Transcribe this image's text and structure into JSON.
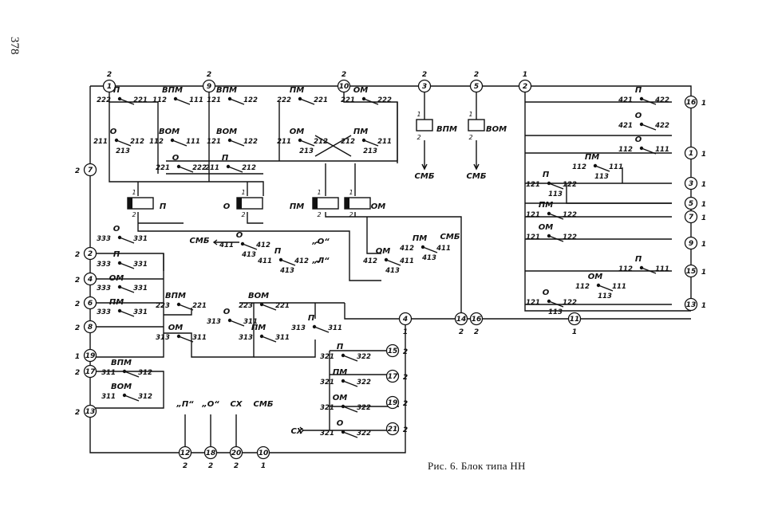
{
  "page_number": "378",
  "caption": "Рис. 6. Блок типа НН",
  "terminals_top": [
    {
      "n": "1",
      "pin": "2"
    },
    {
      "n": "9",
      "pin": "2"
    },
    {
      "n": "10",
      "pin": "2"
    },
    {
      "n": "3",
      "pin": "2"
    },
    {
      "n": "5",
      "pin": "2"
    },
    {
      "n": "2",
      "pin": "1"
    }
  ],
  "terminals_left": [
    {
      "n": "7",
      "pin": "2"
    },
    {
      "n": "2",
      "pin": "2"
    },
    {
      "n": "4",
      "pin": "2"
    },
    {
      "n": "6",
      "pin": "2"
    },
    {
      "n": "8",
      "pin": "2"
    },
    {
      "n": "19",
      "pin": "1"
    },
    {
      "n": "17",
      "pin": "2"
    },
    {
      "n": "13",
      "pin": "2"
    }
  ],
  "terminals_right": [
    {
      "n": "16",
      "pin": "1"
    },
    {
      "n": "1",
      "pin": "1"
    },
    {
      "n": "3",
      "pin": "1"
    },
    {
      "n": "5",
      "pin": "1"
    },
    {
      "n": "7",
      "pin": "1"
    },
    {
      "n": "9",
      "pin": "1"
    },
    {
      "n": "15",
      "pin": "1"
    },
    {
      "n": "13",
      "pin": "1"
    }
  ],
  "terminals_middle": [
    {
      "n": "4",
      "pin": "1"
    },
    {
      "n": "14",
      "pin": "2"
    },
    {
      "n": "16",
      "pin": "2"
    },
    {
      "n": "11",
      "pin": "1"
    }
  ],
  "terminals_lower_right": [
    {
      "n": "15",
      "pin": "2"
    },
    {
      "n": "17",
      "pin": "2"
    },
    {
      "n": "19",
      "pin": "2"
    },
    {
      "n": "21",
      "pin": "2"
    }
  ],
  "terminals_bottom": [
    {
      "n": "12",
      "pin": "2",
      "label": "„П“"
    },
    {
      "n": "18",
      "pin": "2",
      "label": "„О“"
    },
    {
      "n": "20",
      "pin": "2",
      "label": "СХ"
    },
    {
      "n": "10",
      "pin": "1",
      "label": "СМБ"
    }
  ],
  "relays": [
    {
      "name": "П"
    },
    {
      "name": "О"
    },
    {
      "name": "ПМ"
    },
    {
      "name": "ОМ"
    },
    {
      "name": "ВПМ"
    },
    {
      "name": "ВОМ"
    }
  ],
  "labels": {
    "smb": "СМБ",
    "sx": "СХ",
    "quote_o": "„О“",
    "quote_l": "„Л“"
  },
  "contact_groups": [
    {
      "name": "П",
      "pins": [
        "222",
        "221"
      ]
    },
    {
      "name": "ВПМ",
      "pins": [
        "112",
        "111"
      ]
    },
    {
      "name": "ВПМ",
      "pins": [
        "121",
        "122"
      ]
    },
    {
      "name": "ПМ",
      "pins": [
        "222",
        "221"
      ]
    },
    {
      "name": "ОМ",
      "pins": [
        "221",
        "222"
      ]
    },
    {
      "name": "О",
      "pins": [
        "211",
        "212",
        "213"
      ]
    },
    {
      "name": "ВОМ",
      "pins": [
        "112",
        "111"
      ]
    },
    {
      "name": "ВОМ",
      "pins": [
        "121",
        "122"
      ]
    },
    {
      "name": "ОМ",
      "pins": [
        "211",
        "212",
        "213"
      ]
    },
    {
      "name": "ПМ",
      "pins": [
        "212",
        "211",
        "213"
      ]
    },
    {
      "name": "О",
      "pins": [
        "221",
        "222"
      ]
    },
    {
      "name": "П",
      "pins": [
        "211",
        "212"
      ]
    },
    {
      "name": "П",
      "pins": [
        "421",
        "422"
      ]
    },
    {
      "name": "О",
      "pins": [
        "421",
        "422"
      ]
    },
    {
      "name": "О",
      "pins": [
        "112",
        "111"
      ]
    },
    {
      "name": "ПМ",
      "pins": [
        "112",
        "111",
        "113"
      ]
    },
    {
      "name": "П",
      "pins": [
        "121",
        "122",
        "113"
      ]
    },
    {
      "name": "ПМ",
      "pins": [
        "121",
        "122"
      ]
    },
    {
      "name": "ОМ",
      "pins": [
        "121",
        "122"
      ]
    },
    {
      "name": "П",
      "pins": [
        "112",
        "111"
      ]
    },
    {
      "name": "ОМ",
      "pins": [
        "112",
        "111",
        "113"
      ]
    },
    {
      "name": "О",
      "pins": [
        "121",
        "122",
        "113"
      ]
    },
    {
      "name": "О",
      "pins": [
        "333",
        "331"
      ]
    },
    {
      "name": "П",
      "pins": [
        "333",
        "331"
      ]
    },
    {
      "name": "ОМ",
      "pins": [
        "333",
        "331"
      ]
    },
    {
      "name": "ПМ",
      "pins": [
        "333",
        "331"
      ]
    },
    {
      "name": "ВПМ",
      "pins": [
        "223",
        "221"
      ]
    },
    {
      "name": "ОМ",
      "pins": [
        "313",
        "311"
      ]
    },
    {
      "name": "О",
      "pins": [
        "313",
        "311"
      ]
    },
    {
      "name": "ВОМ",
      "pins": [
        "223",
        "221"
      ]
    },
    {
      "name": "ПМ",
      "pins": [
        "313",
        "311"
      ]
    },
    {
      "name": "П",
      "pins": [
        "313",
        "311"
      ]
    },
    {
      "name": "ВПМ",
      "pins": [
        "311",
        "312"
      ]
    },
    {
      "name": "ВОМ",
      "pins": [
        "311",
        "312"
      ]
    },
    {
      "name": "О",
      "pins": [
        "411",
        "412",
        "413"
      ]
    },
    {
      "name": "П",
      "pins": [
        "411",
        "412",
        "413"
      ]
    },
    {
      "name": "ОМ",
      "pins": [
        "412",
        "411",
        "413"
      ]
    },
    {
      "name": "ПМ",
      "pins": [
        "412",
        "411",
        "413"
      ]
    },
    {
      "name": "П",
      "pins": [
        "321",
        "322"
      ]
    },
    {
      "name": "ПМ",
      "pins": [
        "321",
        "322"
      ]
    },
    {
      "name": "ОМ",
      "pins": [
        "321",
        "322"
      ]
    },
    {
      "name": "О",
      "pins": [
        "321",
        "322"
      ]
    }
  ]
}
